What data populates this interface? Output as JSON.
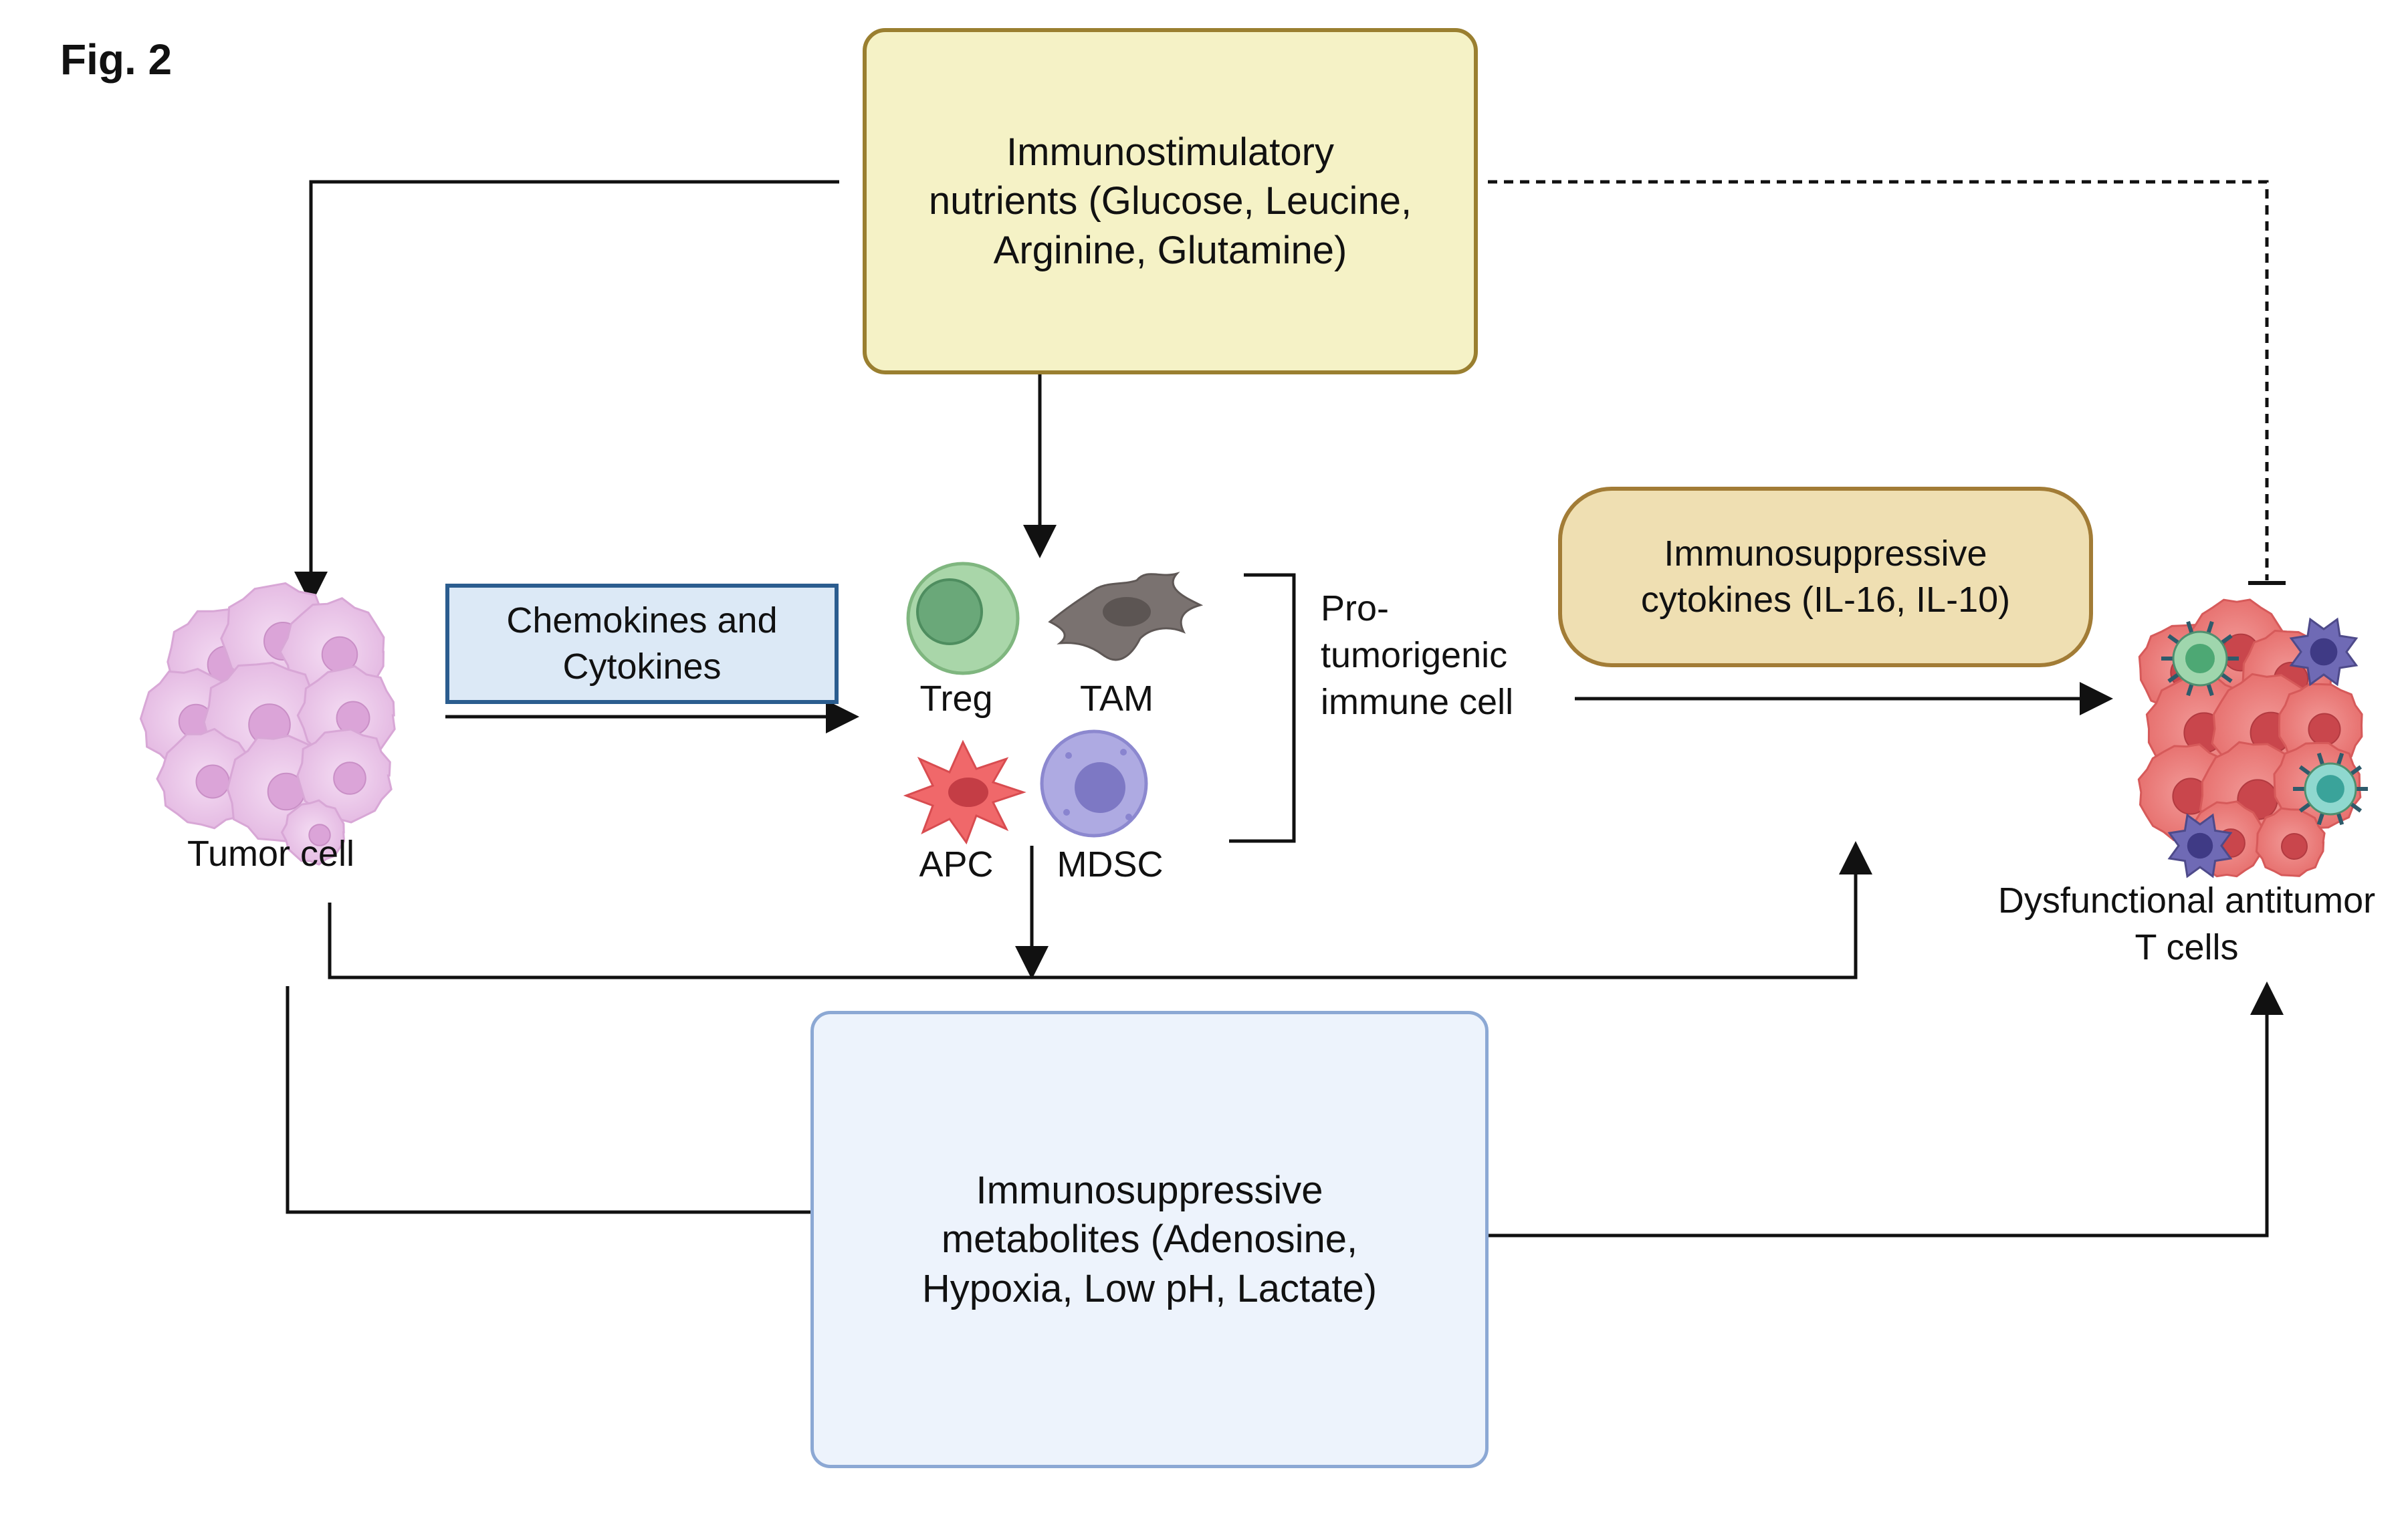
{
  "figure_label": "Fig. 2",
  "boxes": {
    "nutrients": "Immunostimulatory\nnutrients (Glucose, Leucine,\nArginine, Glutamine)",
    "chemokines": "Chemokines and\nCytokines",
    "cytokines": "Immunosuppressive\ncytokines (IL-16, IL-10)",
    "metabolites": "Immunosuppressive\nmetabolites (Adenosine,\nHypoxia, Low pH, Lactate)"
  },
  "cells": {
    "tumor": "Tumor cell",
    "treg": "Treg",
    "tam": "TAM",
    "apc": "APC",
    "mdsc": "MDSC",
    "pro_tumorigenic": "Pro-\ntumorigenic\nimmune cell",
    "dysfunctional": "Dysfunctional antitumor\nT cells"
  },
  "colors": {
    "tumor_cell": "#e9c4e8",
    "treg": "#a8d5a8",
    "tam": "#7a7270",
    "apc": "#f0686a",
    "mdsc": "#a9a7e0",
    "t_cell_cluster": "#ee7d7b",
    "arrow": "#111111"
  }
}
